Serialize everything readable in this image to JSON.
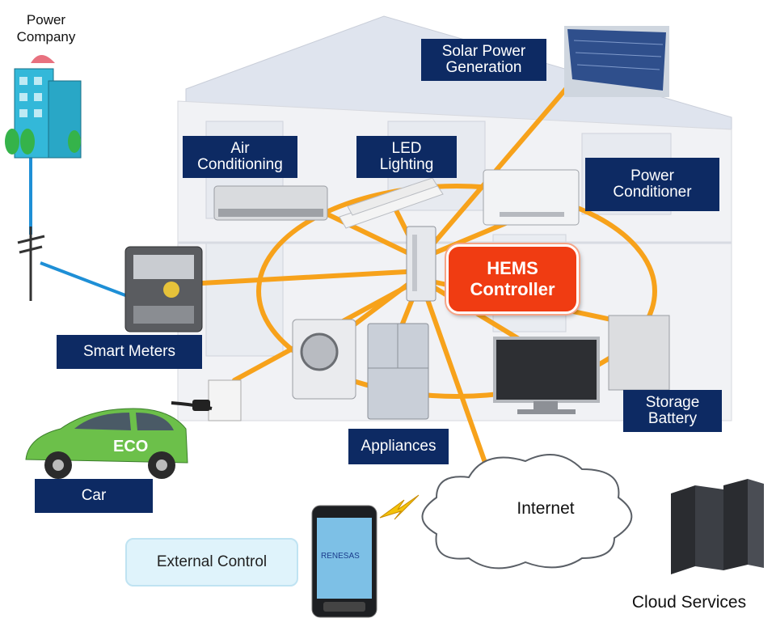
{
  "labels": {
    "power_company": "Power\nCompany",
    "solar": "Solar Power\nGeneration",
    "air_conditioning": "Air\nConditioning",
    "led_lighting": "LED\nLighting",
    "power_conditioner": "Power\nConditioner",
    "hems_controller": "HEMS\nController",
    "smart_meters": "Smart Meters",
    "storage_battery": "Storage\nBattery",
    "appliances": "Appliances",
    "car": "Car",
    "eco_text": "ECO",
    "internet": "Internet",
    "external_control": "External Control",
    "phone_brand": "RENESAS",
    "cloud_services": "Cloud Services"
  },
  "colors": {
    "label_bg": "#0d2a63",
    "hems_bg": "#f03c12",
    "connection_lines": "#f7a21b",
    "grid_line": "#1e8fd6",
    "car_body": "#6cc04a"
  }
}
